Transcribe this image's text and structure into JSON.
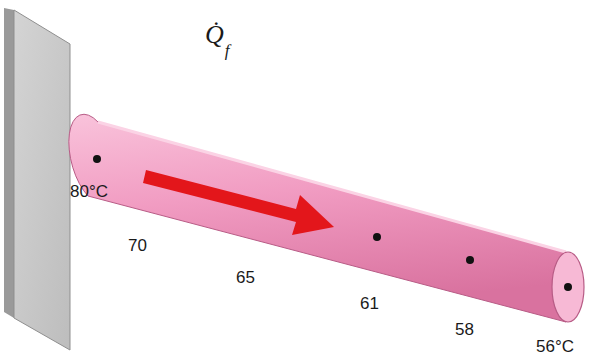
{
  "diagram": {
    "labels": [
      "Q̇",
      "f",
      "80°C",
      "70",
      "65",
      "61",
      "58",
      "56°C"
    ]
  }
}
